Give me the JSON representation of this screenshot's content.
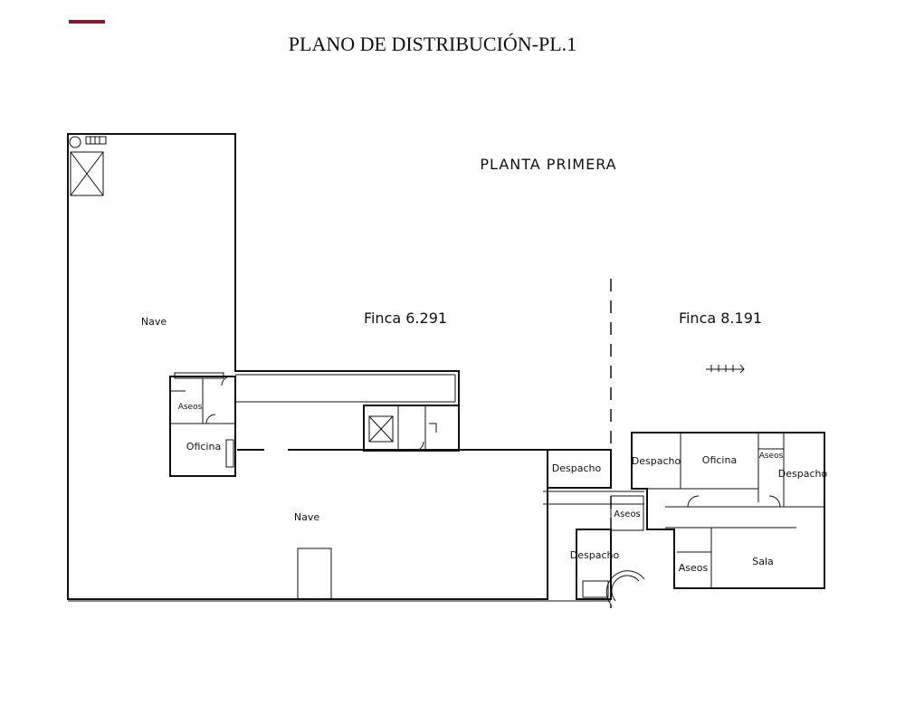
{
  "colors": {
    "accent": "#7b1e2b",
    "lines": "#111111"
  },
  "document": {
    "title": "PLANO DE DISTRIBUCIÓN-PL.1"
  },
  "plan": {
    "floor_label": "PLANTA PRIMERA",
    "parcels": [
      {
        "id": "left",
        "label": "Finca 6.291"
      },
      {
        "id": "right",
        "label": "Finca 8.191"
      }
    ],
    "rooms": {
      "nave_upper": "Nave",
      "nave_lower": "Nave",
      "aseos_left": "Aseos",
      "oficina_left": "Oficina",
      "despacho_center_top": "Despacho",
      "aseos_center": "Aseos",
      "despacho_center_bottom": "Despacho",
      "despacho_right_1": "Despacho",
      "oficina_right": "Oficina",
      "aseos_right_top": "Aseos",
      "despacho_right_2": "Despacho",
      "aseos_right_bottom": "Aseos",
      "sala": "Sala"
    }
  }
}
